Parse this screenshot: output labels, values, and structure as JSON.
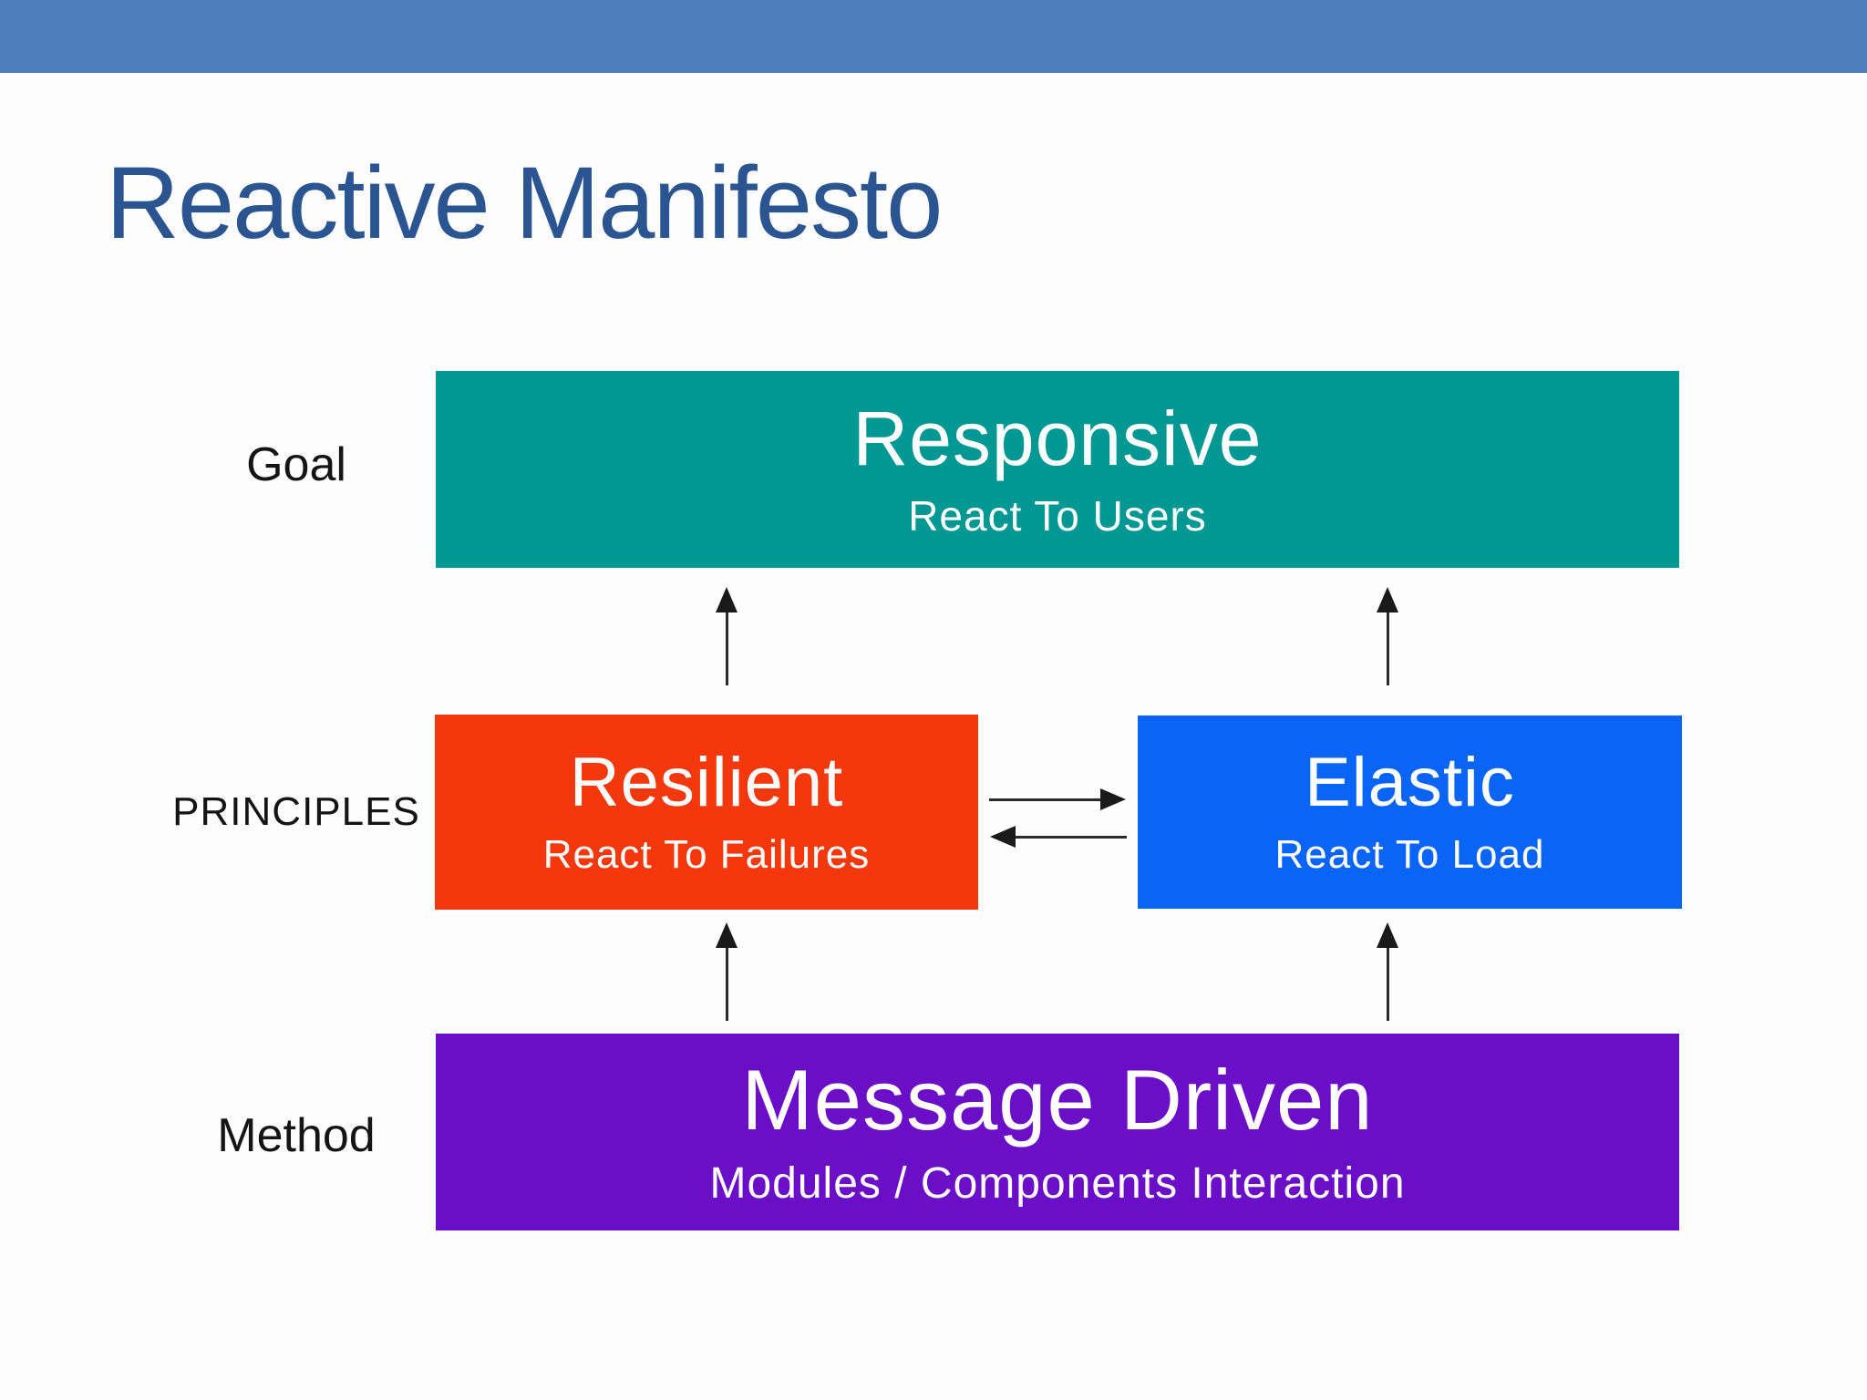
{
  "slide": {
    "title": "Reactive Manifesto"
  },
  "labels": {
    "goal": "Goal",
    "principles": "PRINCIPLES",
    "method": "Method"
  },
  "boxes": {
    "responsive": {
      "title": "Responsive",
      "subtitle": "React To Users",
      "color": "#019793"
    },
    "resilient": {
      "title": "Resilient",
      "subtitle": "React To Failures",
      "color": "#f4380d"
    },
    "elastic": {
      "title": "Elastic",
      "subtitle": "React To Load",
      "color": "#0a64f5"
    },
    "message_driven": {
      "title": "Message Driven",
      "subtitle": "Modules / Components Interaction",
      "color": "#6a0ec8"
    }
  },
  "arrows": [
    {
      "name": "resilient-to-responsive",
      "direction": "up"
    },
    {
      "name": "elastic-to-responsive",
      "direction": "up"
    },
    {
      "name": "message-driven-to-resilient",
      "direction": "up"
    },
    {
      "name": "message-driven-to-elastic",
      "direction": "up"
    },
    {
      "name": "resilient-to-elastic",
      "direction": "right"
    },
    {
      "name": "elastic-to-resilient",
      "direction": "left"
    }
  ],
  "colors": {
    "header_bar": "#4e7ebc",
    "title_text": "#2a5590",
    "background": "#fdfdfe",
    "label_text": "#141414",
    "arrow": "#1a1a1a",
    "box_text": "#ffffff"
  }
}
